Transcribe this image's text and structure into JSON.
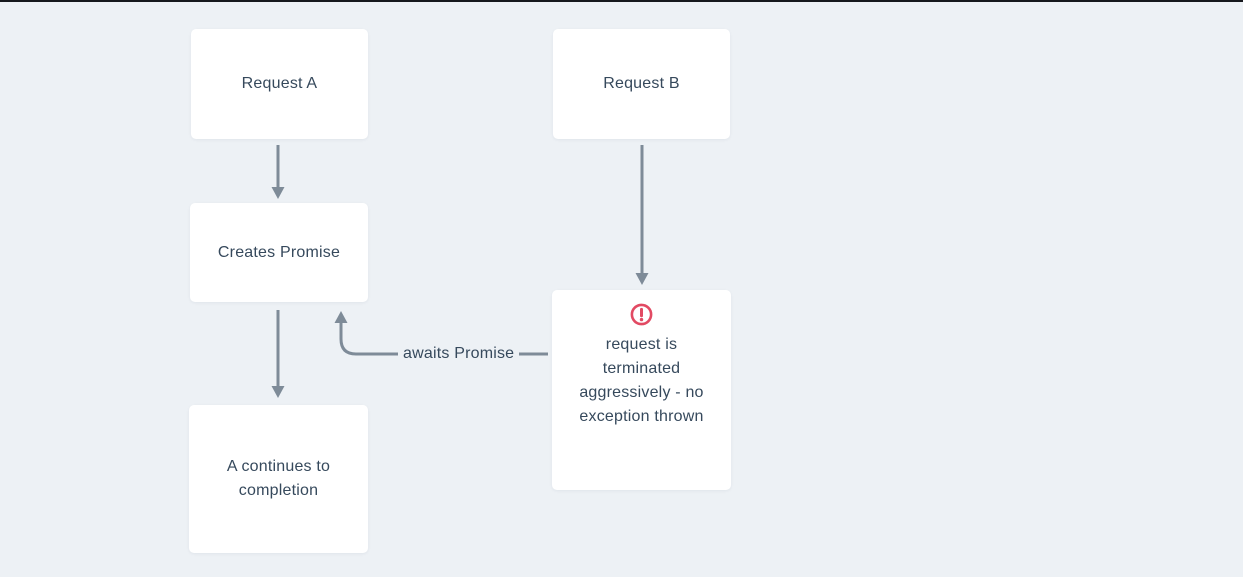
{
  "colors": {
    "background": "#edf1f5",
    "node_background": "#ffffff",
    "text": "#36495c",
    "arrow": "#7e8b98",
    "warning": "#e24a63",
    "top_border": "#16181d"
  },
  "nodes": {
    "request_a": {
      "label": "Request A"
    },
    "request_b": {
      "label": "Request B"
    },
    "creates_promise": {
      "label": "Creates Promise"
    },
    "a_continues": {
      "label": "A continues to\ncompletion"
    },
    "terminated": {
      "icon": "warning-circle-icon",
      "label": "request is\nterminated\naggressively - no\nexception thrown"
    }
  },
  "edges": {
    "request_a_to_creates_promise": {
      "type": "arrow-down"
    },
    "creates_promise_to_a_continues": {
      "type": "arrow-down"
    },
    "request_b_to_terminated": {
      "type": "arrow-down"
    },
    "terminated_to_creates_promise": {
      "type": "arrow-curved",
      "label": "awaits Promise"
    }
  }
}
